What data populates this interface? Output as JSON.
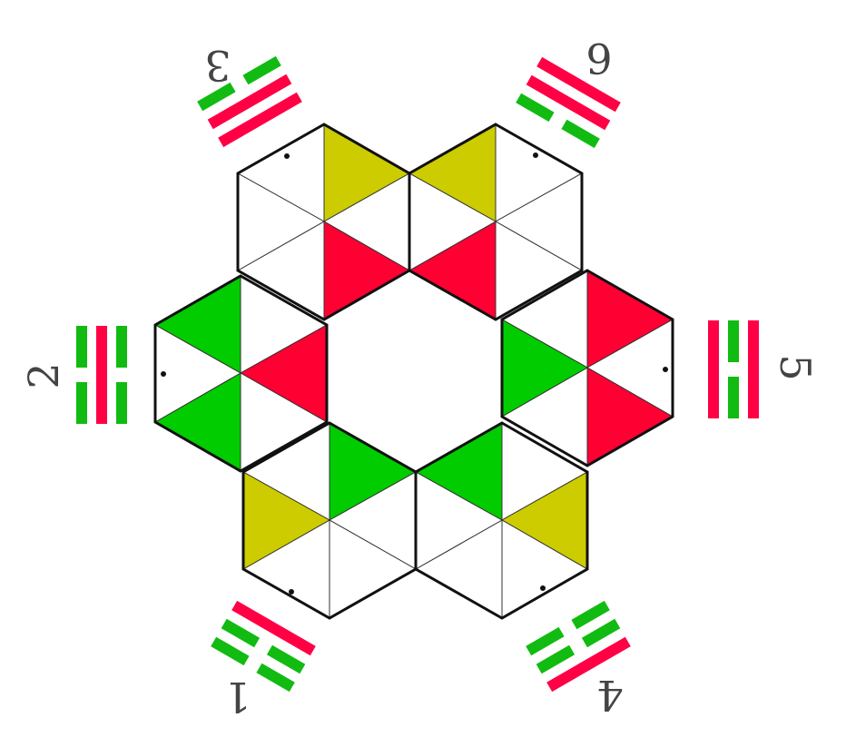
{
  "colors": {
    "red": "#ff0033",
    "green": "#00cc00",
    "yellow": "#cccc00",
    "line_red": "#ff0044",
    "line_green": "#11bb11",
    "outline": "#111111",
    "number_text": "#444444"
  },
  "hexagons": [
    {
      "id": "hex-upper-left",
      "fills": {
        "upper": "yellow",
        "lower": "red"
      },
      "dot": true
    },
    {
      "id": "hex-upper-right",
      "fills": {
        "upper": "yellow",
        "lower": "red"
      },
      "dot": true
    },
    {
      "id": "hex-right",
      "fills": {
        "right-upper": "red",
        "right-lower": "red",
        "left": "green"
      },
      "dot": true
    },
    {
      "id": "hex-lower-right",
      "fills": {
        "upper": "green",
        "lower": "yellow"
      },
      "dot": true
    },
    {
      "id": "hex-lower-left",
      "fills": {
        "upper": "green",
        "lower": "yellow"
      },
      "dot": true
    },
    {
      "id": "hex-left",
      "fills": {
        "left-upper": "green",
        "left-lower": "green",
        "right": "red"
      },
      "dot": true
    }
  ],
  "trigrams": [
    {
      "number": "1",
      "lines": [
        {
          "type": "solid",
          "color": "red"
        },
        {
          "type": "broken",
          "color": "green"
        },
        {
          "type": "broken",
          "color": "green"
        }
      ]
    },
    {
      "number": "2",
      "lines": [
        {
          "type": "broken",
          "color": "green"
        },
        {
          "type": "solid",
          "color": "red"
        },
        {
          "type": "broken",
          "color": "green"
        }
      ]
    },
    {
      "number": "3",
      "lines": [
        {
          "type": "broken",
          "color": "green"
        },
        {
          "type": "solid",
          "color": "red"
        },
        {
          "type": "solid",
          "color": "red"
        }
      ]
    },
    {
      "number": "4",
      "lines": [
        {
          "type": "broken",
          "color": "green"
        },
        {
          "type": "broken",
          "color": "green"
        },
        {
          "type": "solid",
          "color": "red"
        }
      ]
    },
    {
      "number": "5",
      "lines": [
        {
          "type": "solid",
          "color": "red"
        },
        {
          "type": "broken",
          "color": "green"
        },
        {
          "type": "solid",
          "color": "red"
        }
      ]
    },
    {
      "number": "6",
      "lines": [
        {
          "type": "solid",
          "color": "red"
        },
        {
          "type": "solid",
          "color": "red"
        },
        {
          "type": "broken",
          "color": "green"
        }
      ]
    }
  ]
}
